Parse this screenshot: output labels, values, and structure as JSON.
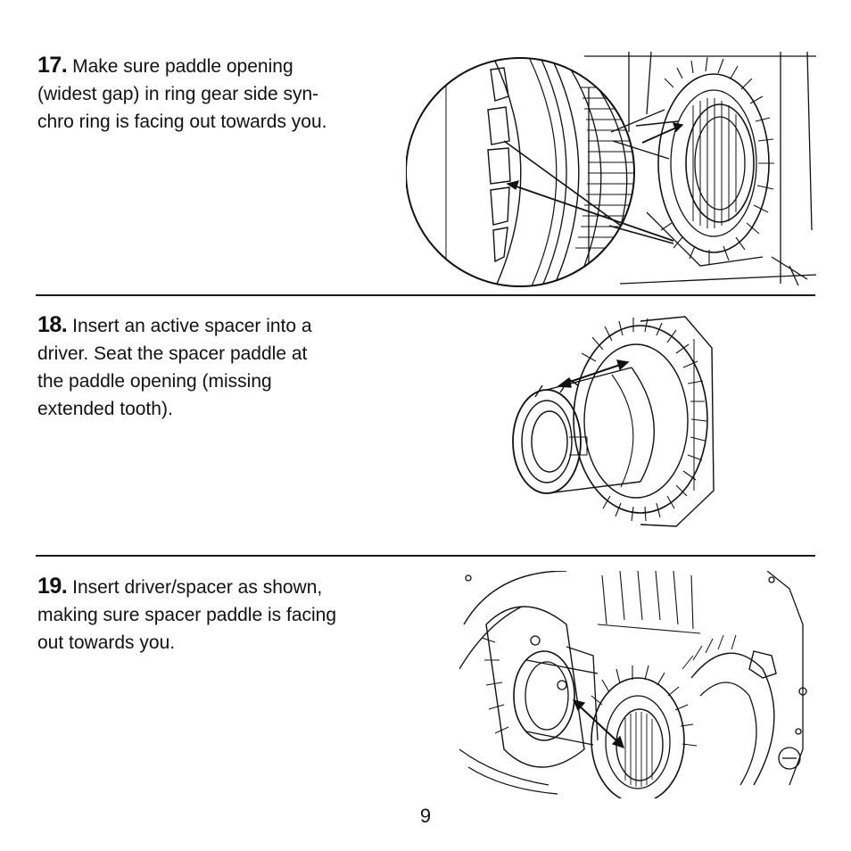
{
  "steps": [
    {
      "number": "17.",
      "lines": [
        "Make sure paddle opening",
        "(widest gap) in ring gear side syn-",
        "chro ring is facing out towards you."
      ]
    },
    {
      "number": "18.",
      "lines": [
        "Insert an active spacer into a",
        "driver.  Seat the spacer paddle at",
        "the paddle opening (missing",
        "extended tooth)."
      ]
    },
    {
      "number": "19.",
      "lines": [
        "Insert driver/spacer as shown,",
        "making sure spacer paddle is facing",
        "out towards you."
      ]
    }
  ],
  "page_number": "9"
}
